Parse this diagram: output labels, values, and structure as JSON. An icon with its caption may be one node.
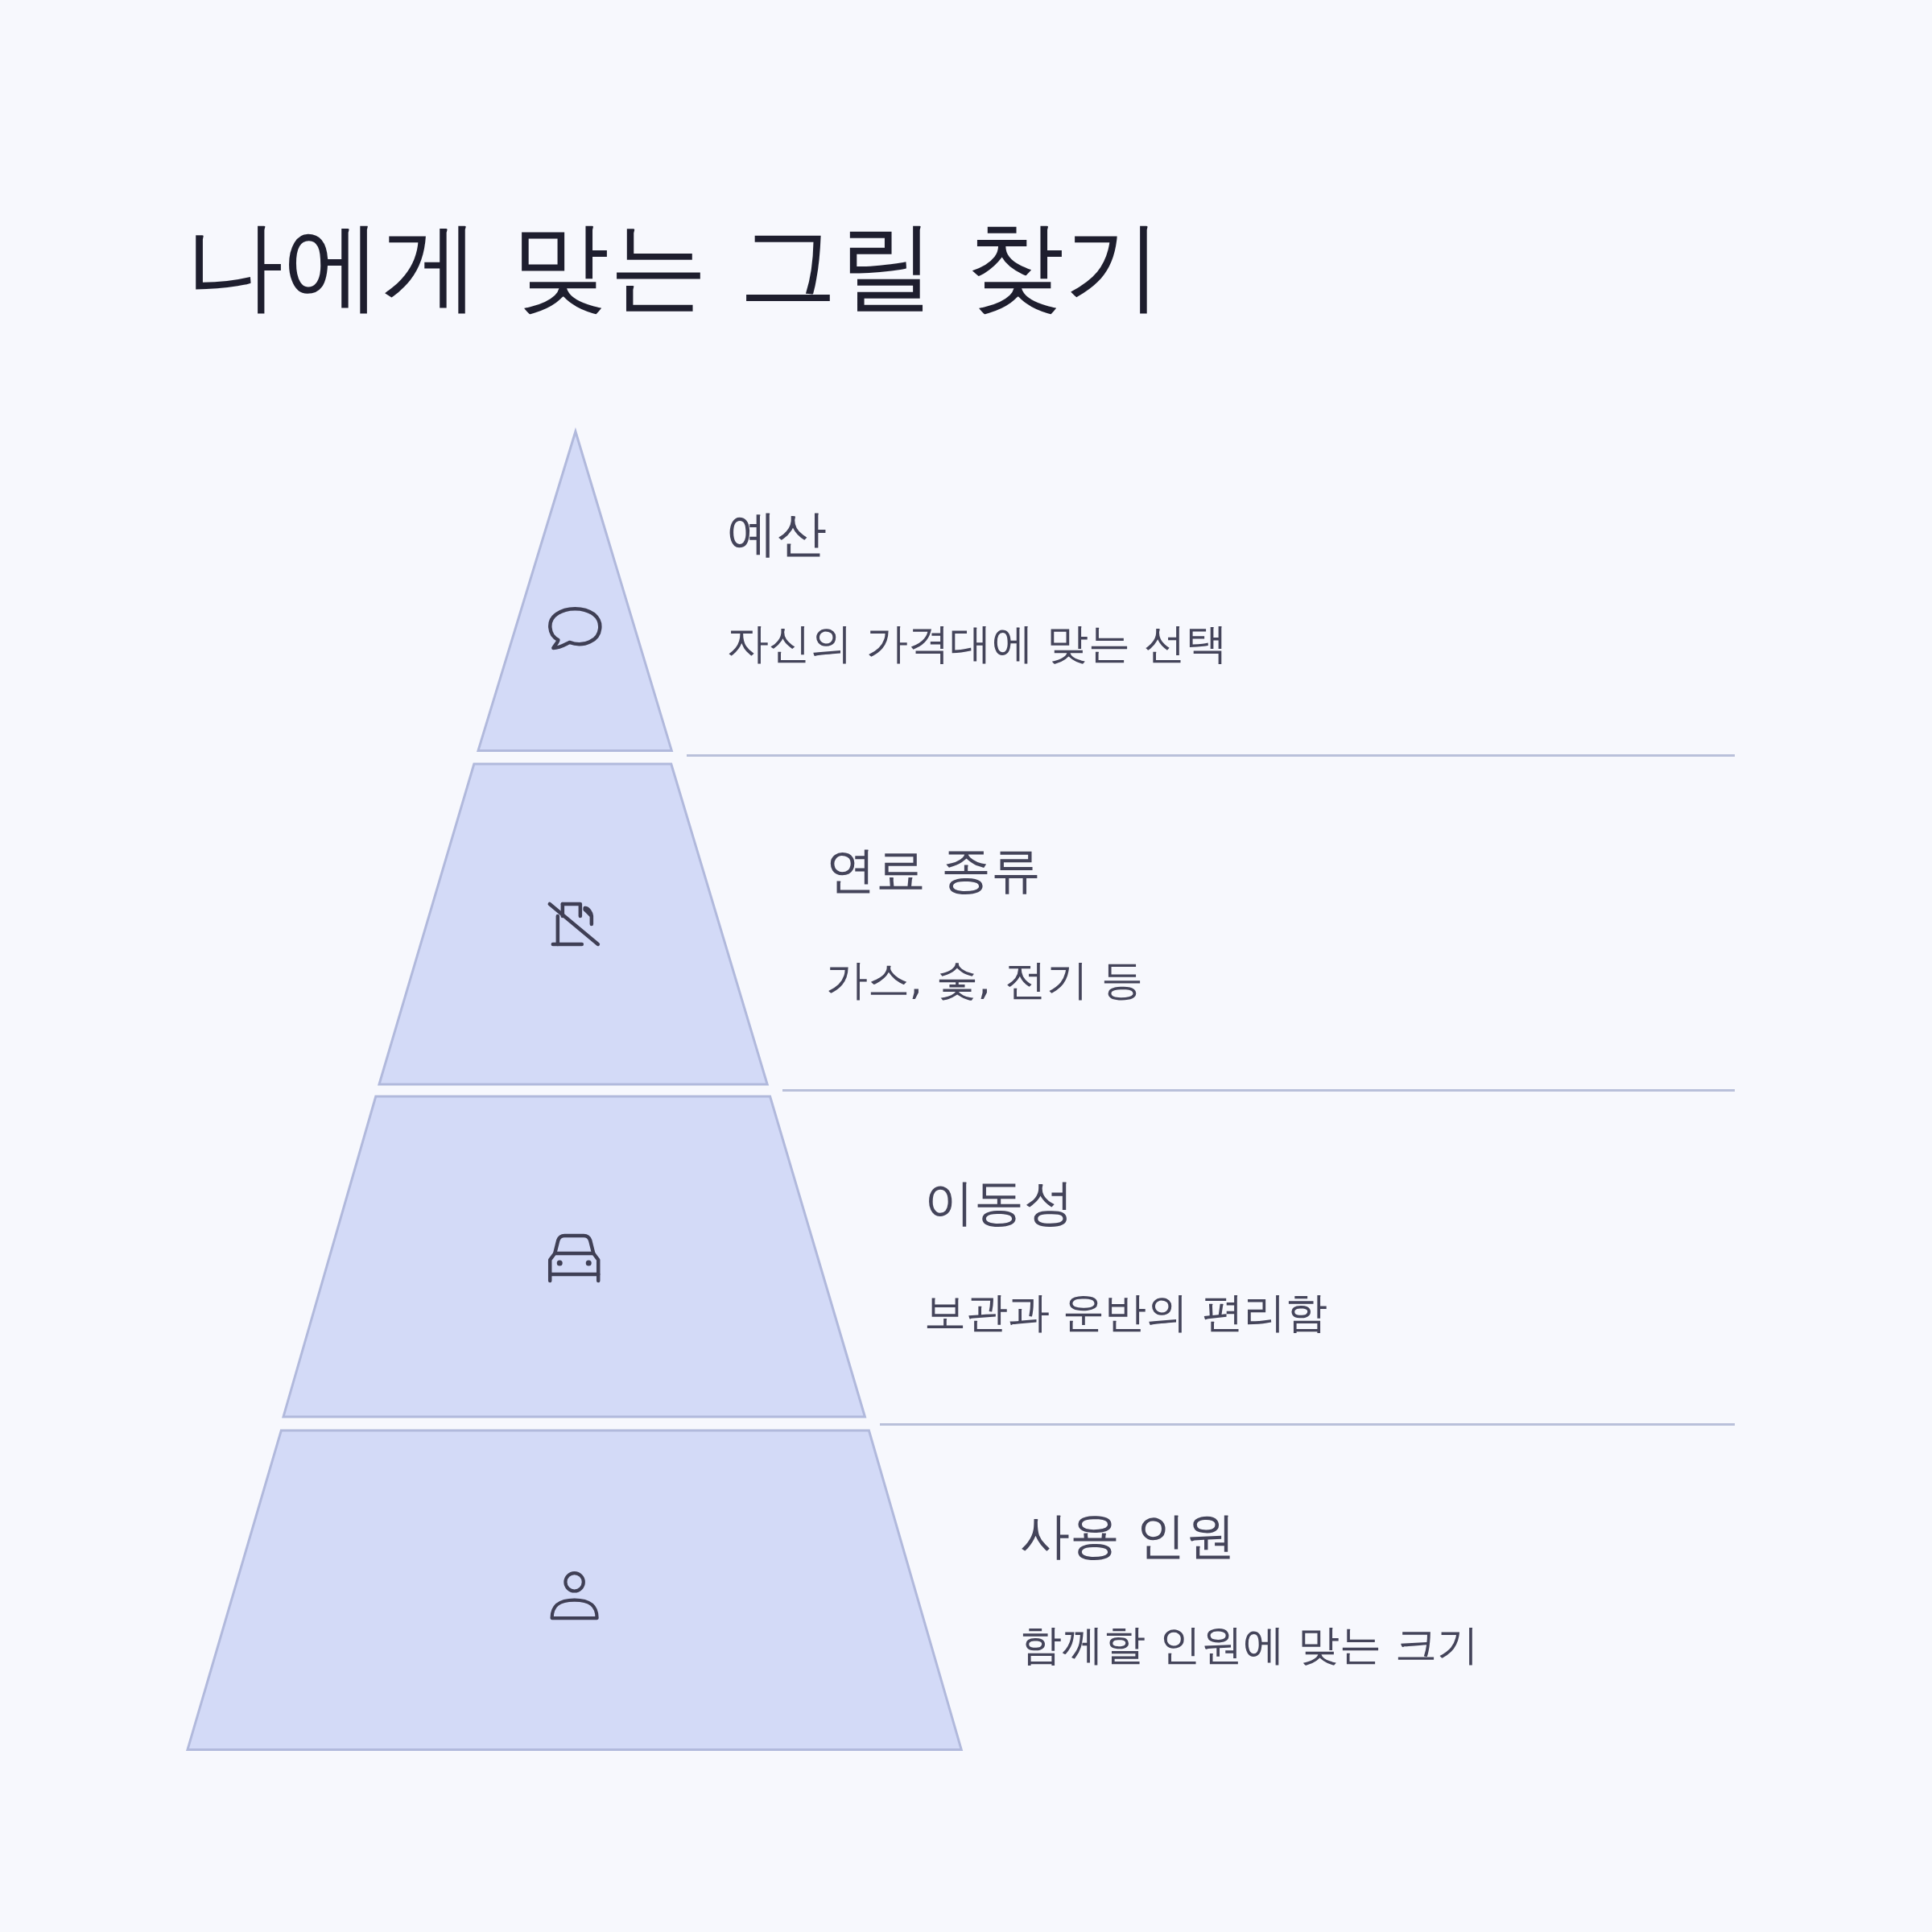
{
  "diagram": {
    "title": "나에게 맞는 그릴 찾기",
    "nodes": [
      {
        "text": [],
        "shape": "triangle",
        "beside": [
          "예산",
          "자신의 가격대에 맞는 선택"
        ]
      },
      {
        "text": [],
        "shape": "trapezoid",
        "beside": [
          "연료 종류",
          "가스, 숯, 전기 등"
        ]
      },
      {
        "text": [],
        "shape": "trapezoid",
        "beside": [
          "이동성",
          "보관과 운반의 편리함"
        ]
      },
      {
        "text": [],
        "shape": "trapezoid",
        "beside": [
          "사용 인원",
          "함께할 인원에 맞는 크기"
        ]
      }
    ]
  }
}
